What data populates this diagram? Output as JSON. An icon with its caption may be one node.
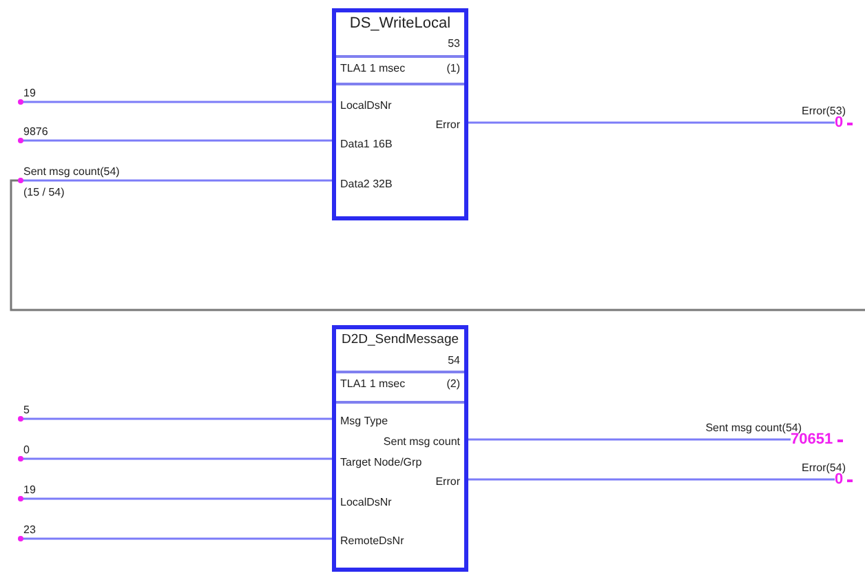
{
  "diagram": {
    "nodes": [
      {
        "text": [
          "DS_WriteLocal",
          "53",
          "TLA1  1 msec",
          "(1)",
          "LocalDsNr",
          "Data1 16B",
          "Data2 32B",
          "Error"
        ]
      },
      {
        "text": [
          "19"
        ]
      },
      {
        "text": [
          "9876"
        ]
      },
      {
        "text": [
          "Sent msg count(54)",
          "(15 / 54)"
        ]
      },
      {
        "text": [
          "0"
        ],
        "beside": [
          "Error(53)"
        ]
      },
      {
        "text": [
          "D2D_SendMessage",
          "54",
          "TLA1  1 msec",
          "(2)",
          "Msg Type",
          "Target Node/Grp",
          "LocalDsNr",
          "RemoteDsNr",
          "Sent msg count",
          "Error"
        ]
      },
      {
        "text": [
          "5"
        ]
      },
      {
        "text": [
          "0"
        ]
      },
      {
        "text": [
          "19"
        ]
      },
      {
        "text": [
          "23"
        ]
      },
      {
        "text": [
          "70651"
        ],
        "beside": [
          "Sent msg count(54)"
        ]
      },
      {
        "text": [
          "0"
        ],
        "beside": [
          "Error(54)"
        ]
      }
    ],
    "edges": [
      {
        "from": 1,
        "to": 0,
        "arrow": "other"
      },
      {
        "from": 2,
        "to": 0,
        "arrow": "other"
      },
      {
        "from": 3,
        "to": 0,
        "arrow": "other"
      },
      {
        "from": 0,
        "to": 4,
        "arrow": "none"
      },
      {
        "from": 6,
        "to": 5,
        "arrow": "other"
      },
      {
        "from": 7,
        "to": 5,
        "arrow": "other"
      },
      {
        "from": 8,
        "to": 5,
        "arrow": "other"
      },
      {
        "from": 9,
        "to": 5,
        "arrow": "other"
      },
      {
        "from": 5,
        "to": 10,
        "arrow": "none"
      },
      {
        "from": 5,
        "to": 11,
        "arrow": "none"
      }
    ]
  }
}
